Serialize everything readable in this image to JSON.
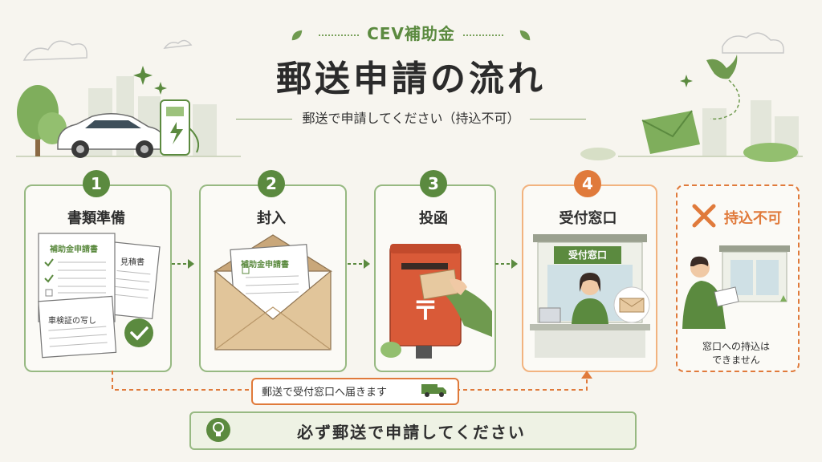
{
  "header": {
    "tag": "CEV補助金",
    "title": "郵送申請の流れ",
    "subtitle": "郵送で申請してください（持込不可）"
  },
  "steps": [
    {
      "number": "1",
      "title": "書類準備",
      "doc_main": "補助金申請書",
      "doc_quote": "見積書",
      "doc_vehicle": "車検証の写し"
    },
    {
      "number": "2",
      "title": "封入",
      "doc_main": "補助金申請書"
    },
    {
      "number": "3",
      "title": "投函",
      "mailbox_mark": "〒"
    },
    {
      "number": "4",
      "title": "受付窓口",
      "sign": "受付窓口"
    }
  ],
  "not_allowed": {
    "title": "持込不可",
    "note_line1": "窓口への持込は",
    "note_line2": "できません"
  },
  "delivery_note": "郵送で受付窓口へ届きます",
  "bottom_message": "必ず郵送で申請してください",
  "colors": {
    "green": "#5b8a3f",
    "orange": "#e07a3b",
    "background": "#f7f5ef"
  }
}
